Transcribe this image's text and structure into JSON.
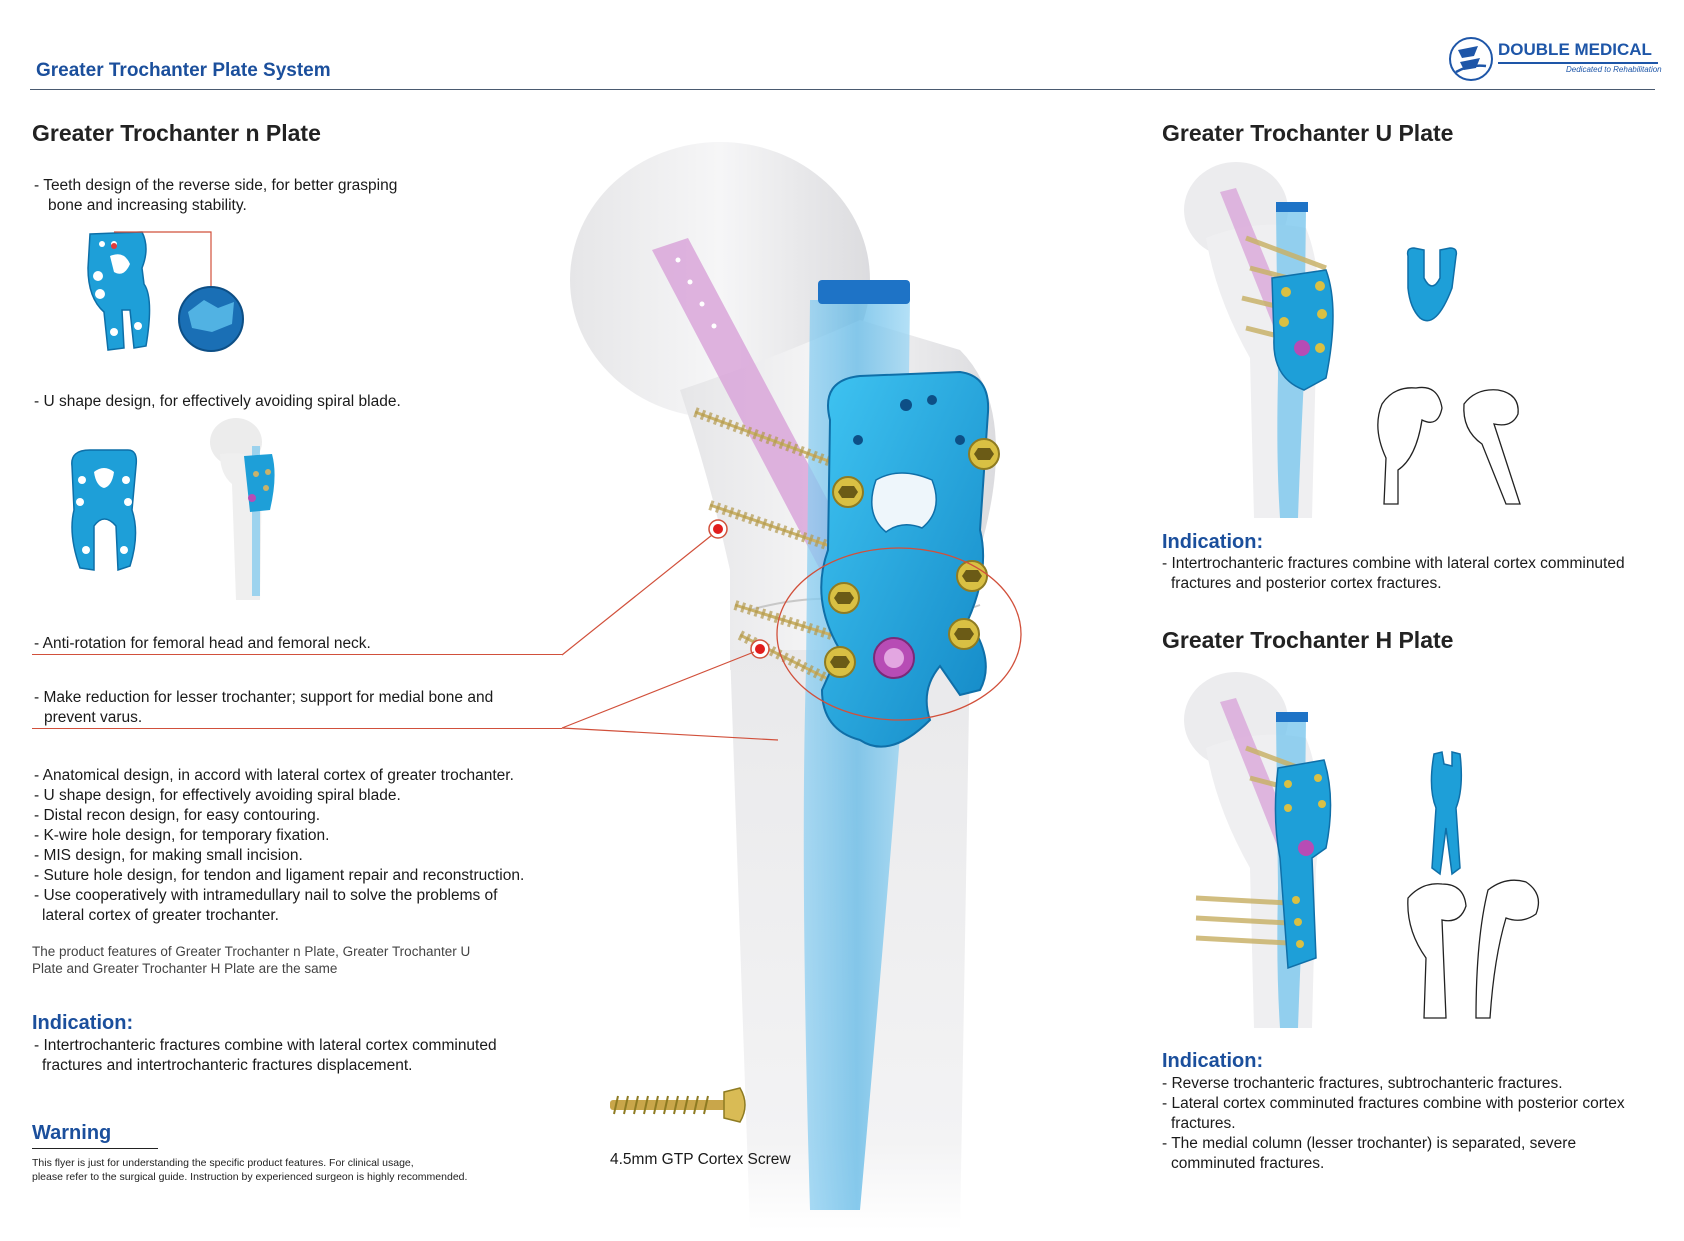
{
  "header": {
    "title": "Greater Trochanter Plate System",
    "brand_name": "DOUBLE MEDICAL",
    "brand_tagline": "Dedicated to Rehabilitation"
  },
  "n_plate": {
    "title": "Greater Trochanter n Plate",
    "teeth_line1": "- Teeth design of the reverse side, for better grasping",
    "teeth_line2": "bone and increasing stability.",
    "u_shape": "- U shape design, for effectively avoiding spiral blade.",
    "anti_rotation": "- Anti-rotation for femoral head and femoral neck.",
    "reduction_line1": "- Make reduction for lesser trochanter; support for medial bone and",
    "reduction_line2": "prevent varus.",
    "features": [
      "- Anatomical design, in accord with lateral cortex of greater trochanter.",
      "- U shape design, for effectively avoiding spiral blade.",
      "- Distal recon design, for easy contouring.",
      "- K-wire hole design, for temporary fixation.",
      "- MIS design, for making small incision.",
      "- Suture hole design, for tendon and ligament repair and reconstruction.",
      "- Use cooperatively with intramedullary nail to solve the problems of"
    ],
    "features_cont": "lateral cortex of greater trochanter.",
    "note_line1": "The product features of Greater Trochanter n Plate, Greater Trochanter U",
    "note_line2": "Plate and Greater Trochanter H Plate are the same",
    "indication_title": "Indication:",
    "indication_line1": "- Intertrochanteric fractures combine with lateral cortex comminuted",
    "indication_line2": "fractures and intertrochanteric fractures displacement."
  },
  "warning": {
    "title": "Warning",
    "line1": "This flyer is just for understanding the specific product features. For clinical usage,",
    "line2": "please refer to the surgical guide. Instruction by experienced surgeon is highly recommended."
  },
  "screw": {
    "caption": "4.5mm GTP Cortex Screw"
  },
  "u_plate": {
    "title": "Greater Trochanter U Plate",
    "indication_title": "Indication:",
    "indication_line1": "- Intertrochanteric fractures combine with lateral cortex comminuted",
    "indication_line2": "fractures and posterior cortex fractures."
  },
  "h_plate": {
    "title": "Greater Trochanter H Plate",
    "indication_title": "Indication:",
    "indication_lines": [
      {
        "text": "- Reverse trochanteric fractures, subtrochanteric fractures.",
        "indent": false
      },
      {
        "text": "- Lateral cortex comminuted fractures combine with posterior cortex",
        "indent": false
      },
      {
        "text": "fractures.",
        "indent": true
      },
      {
        "text": "- The medial column (lesser trochanter) is separated, severe",
        "indent": false
      },
      {
        "text": "comminuted fractures.",
        "indent": true
      }
    ]
  },
  "colors": {
    "brand_blue": "#1b4f9c",
    "plate_blue": "#1e9fd8",
    "screw_gold": "#c9b26a",
    "nail_blue": "#5fb8e6",
    "blade_purple": "#d9a6d9",
    "callout_red": "#d1503b"
  },
  "icons": {
    "brand_logo": "double-medical-logo-icon",
    "callout_dot": "red-dot-icon"
  }
}
